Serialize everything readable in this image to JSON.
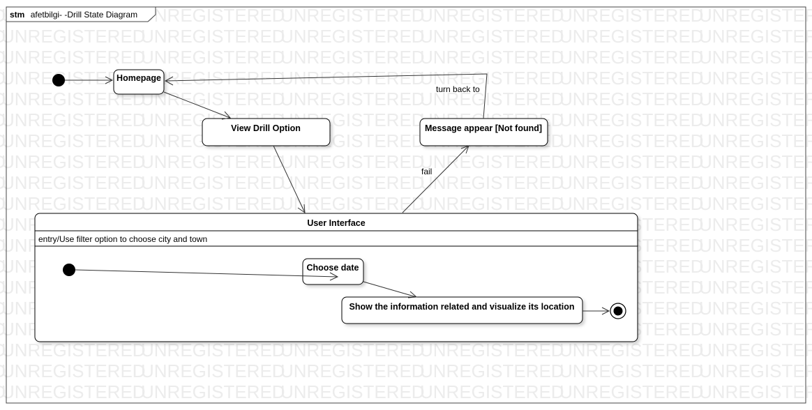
{
  "frame": {
    "kind": "stm",
    "title": "afetbilgi- -Drill State Diagram"
  },
  "watermark": "UNREGISTERED",
  "states": {
    "homepage": "Homepage",
    "view_drill_option": "View Drill Option",
    "message_not_found": "Message appear [Not found]",
    "user_interface": {
      "name": "User Interface",
      "entry": "entry/Use filter option to choose city and town"
    },
    "choose_date": "Choose date",
    "show_information": "Show the information related and visualize its location"
  },
  "transitions": {
    "turn_back": "turn back to",
    "fail": "fail"
  },
  "colors": {
    "line": "#333333",
    "box_stroke": "#000000",
    "watermark": "#ececec"
  }
}
